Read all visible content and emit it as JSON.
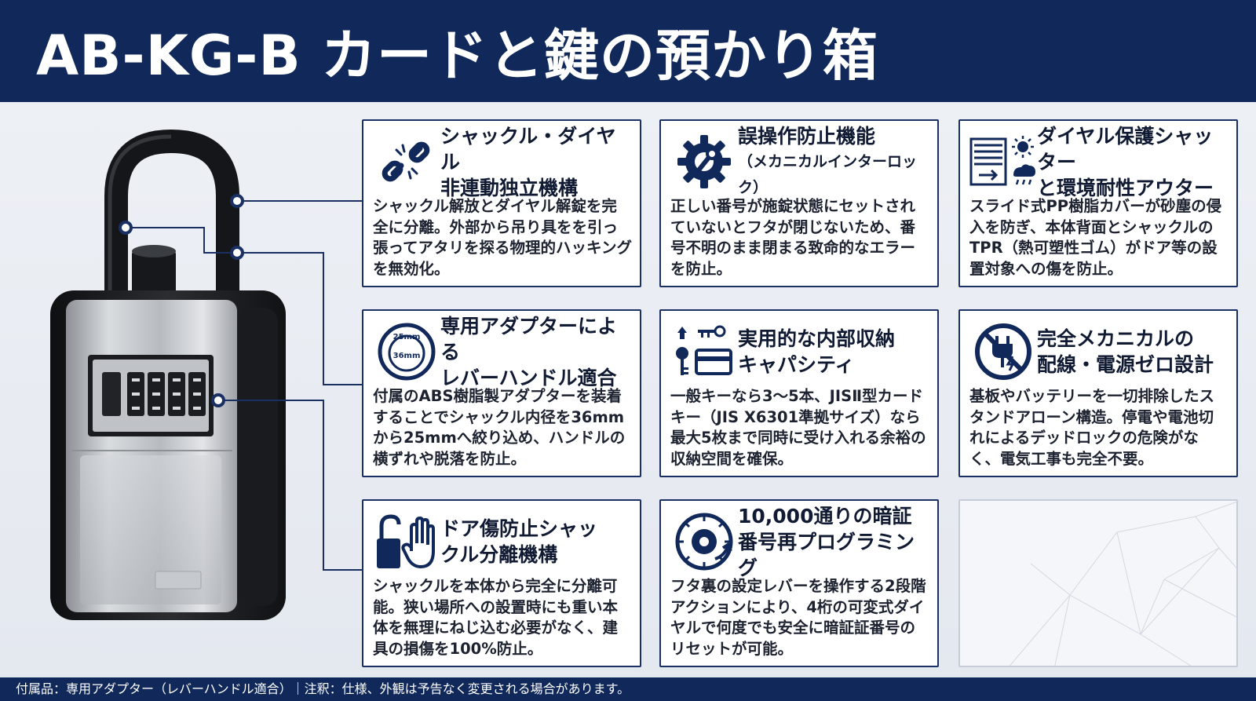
{
  "header": {
    "title": "AB-KG-B カードと鍵の預かり箱"
  },
  "colors": {
    "navy": "#10285a",
    "card_border": "#1a2f63",
    "background": "#e8ecf2"
  },
  "cards": [
    {
      "icon": "broken-chain-icon",
      "title_line1": "シャックル・ダイヤル",
      "title_line2": "非連動独立機構",
      "body": "シャックル解放とダイヤル解錠を完全に分離。外部から吊り具をを引っ張ってアタリを探る物理的ハッキングを無効化。"
    },
    {
      "icon": "gear-wrench-icon",
      "title_line1": "誤操作防止機能",
      "title_line2": "（メカニカルインターロック）",
      "body": "正しい番号が施錠状態にセットされていないとフタが閉じないため、番号不明のまま閉まる致命的なエラーを防止。"
    },
    {
      "icon": "shutter-weather-icon",
      "title_line1": "ダイヤル保護シャッター",
      "title_line2": "と環境耐性アウター",
      "body": "スライド式PP樹脂カバーが砂塵の侵入を防ぎ、本体背面とシャックルのTPR（熱可塑性ゴム）がドア等の設置対象への傷を防止。"
    },
    {
      "icon": "adapter-ring-icon",
      "icon_label_outer": "25mm",
      "icon_label_inner": "36mm",
      "title_line1": "専用アダプターによる",
      "title_line2": "レバーハンドル適合",
      "body": "付属のABS樹脂製アダプターを装着することでシャックル内径を36mmから25mmへ絞り込め、ハンドルの横ずれや脱落を防止。"
    },
    {
      "icon": "key-card-icon",
      "title_line1": "実用的な内部収納",
      "title_line2": "キャパシティ",
      "body": "一般キーなら3～5本、JISⅡ型カードキー（JIS X6301準拠サイズ）なら最大5枚まで同時に受け入れる余裕の収納空間を確保。"
    },
    {
      "icon": "no-power-icon",
      "title_line1": "完全メカニカルの",
      "title_line2": "配線・電源ゼロ設計",
      "body": "基板やバッテリーを一切排除したスタンドアローン構造。停電や電池切れによるデッドロックの危険がなく、電気工事も完全不要。"
    },
    {
      "icon": "lock-glove-icon",
      "title_line1": "ドア傷防止シャッ",
      "title_line2": "クル分離機構",
      "body": "シャックルを本体から完全に分離可能。狭い場所への設置時にも重い本体を無理にねじ込む必要がなく、建具の損傷を100%防止。"
    },
    {
      "icon": "dial-reset-icon",
      "title_line1": "10,000通りの暗証",
      "title_line2": "番号再プログラミング",
      "body": "フタ裏の設定レバーを操作する2段階 アクションにより、4桁の可変式ダイヤルで何度でも安全に暗証証番号のリセットが可能。"
    }
  ],
  "footer": {
    "text": "付属品：専用アダプター（レバーハンドル適合）｜注釈：仕様、外観は予告なく変更される場合があります。"
  }
}
